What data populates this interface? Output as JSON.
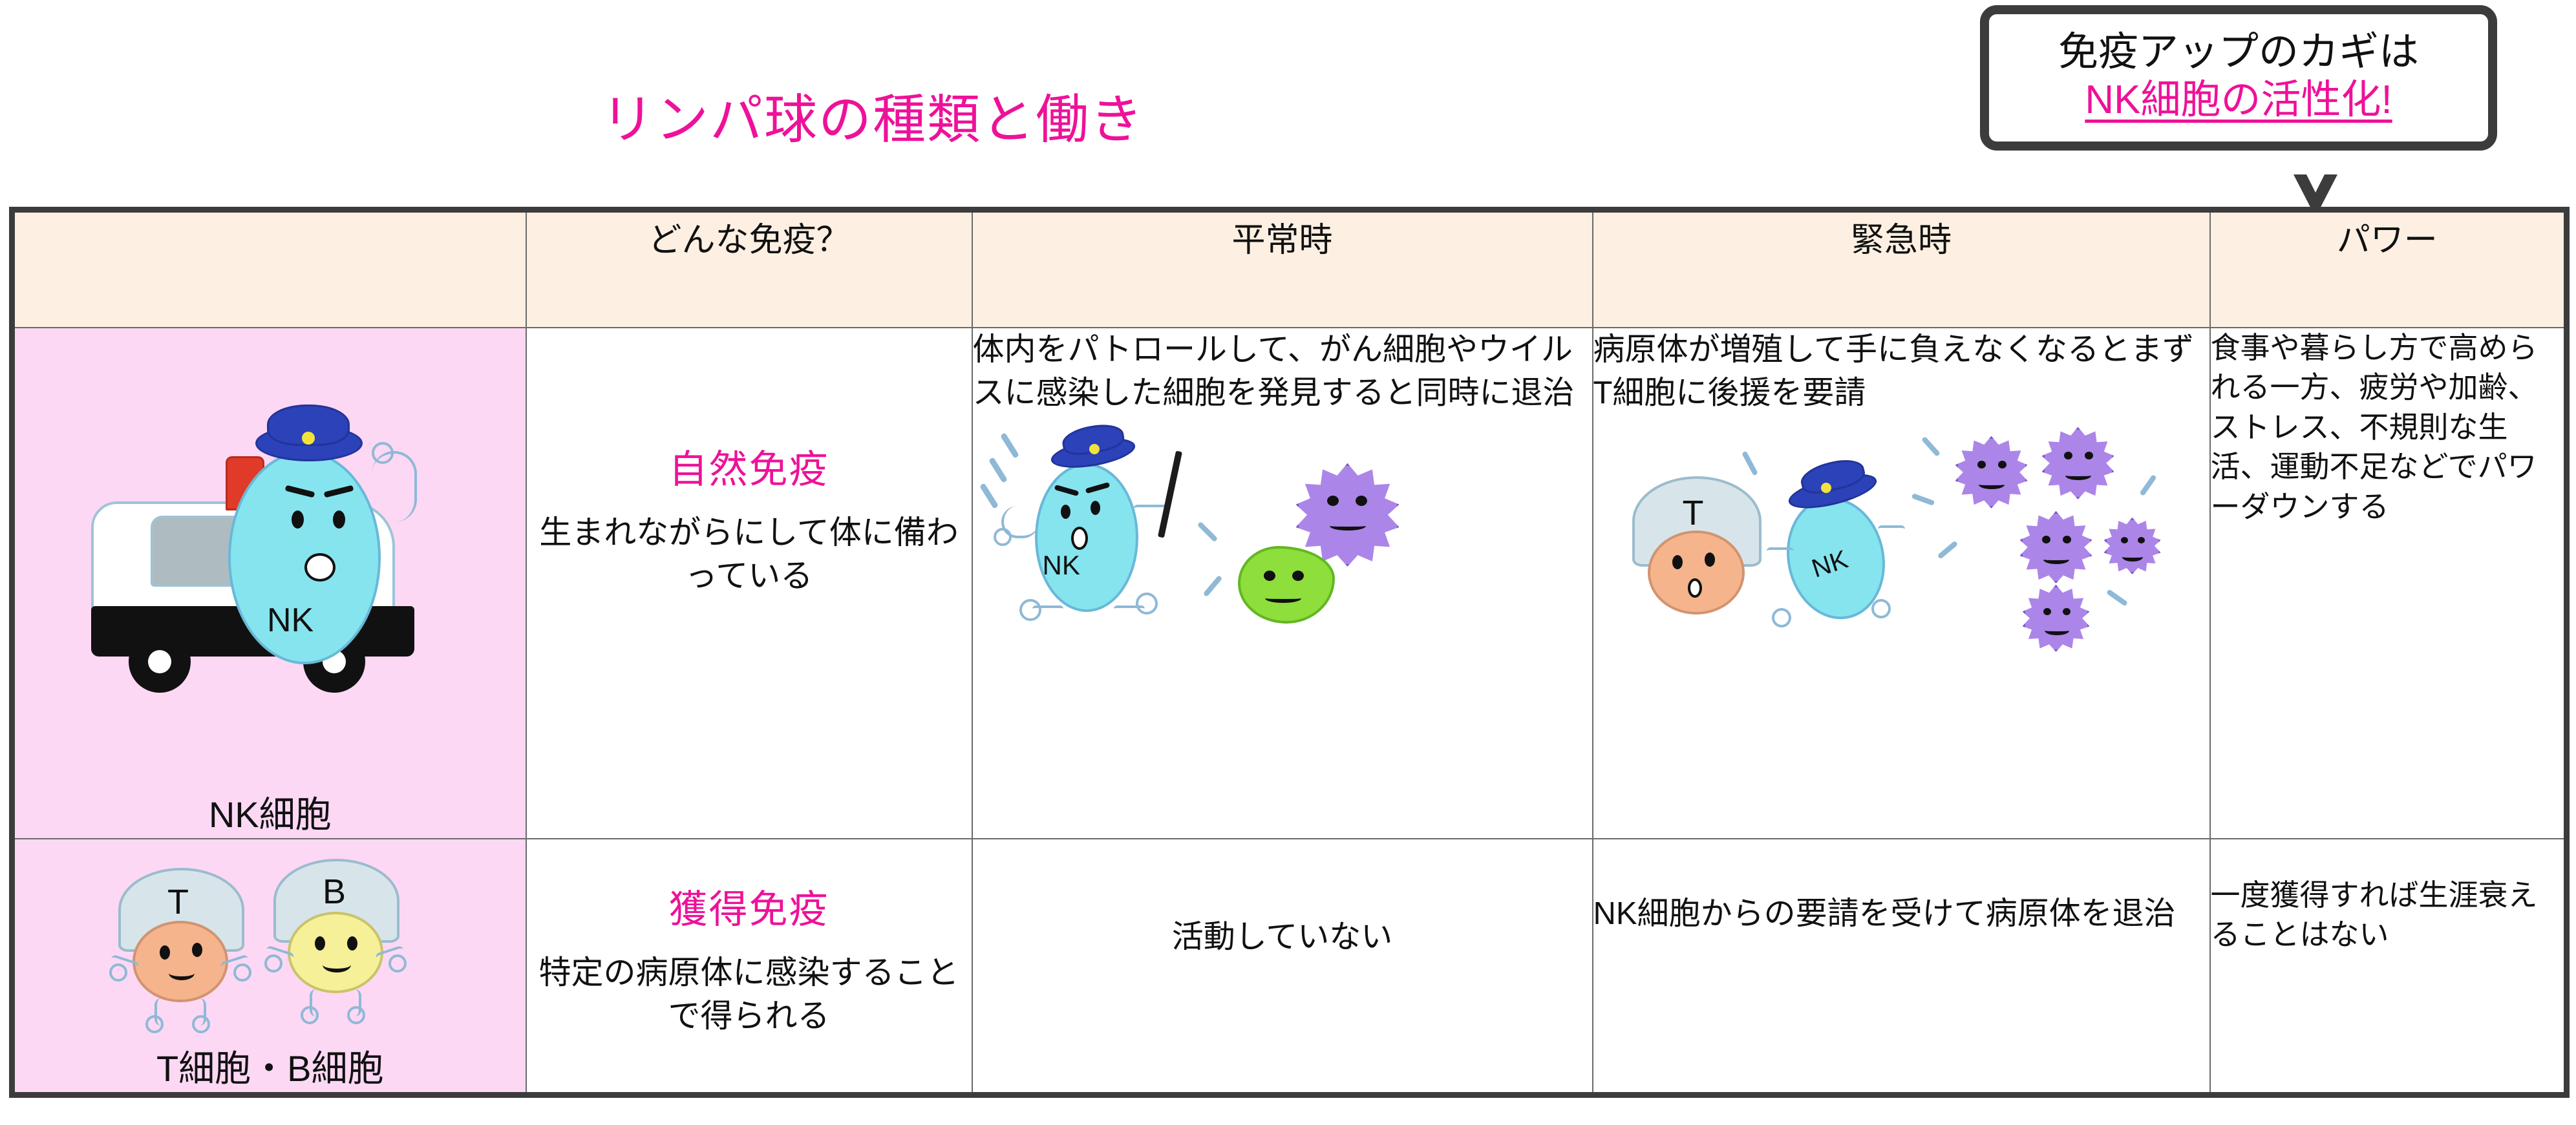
{
  "title": "リンパ球の種類と働き",
  "callout": {
    "line1": "免疫アップのカギは",
    "line2": "NK細胞の活性化!"
  },
  "colors": {
    "accent_pink_text": "#ee1199",
    "header_bg": "#fdf0e2",
    "row_label_bg": "#fcd8f4",
    "border_outer": "#3c3c3c",
    "border_inner": "#6a6a6a"
  },
  "table": {
    "headers": [
      "",
      "どんな免疫？",
      "平常時",
      "緊急時",
      "パワー"
    ],
    "rows": [
      {
        "cell_label": "NK細胞",
        "immunity_name": "自然免疫",
        "immunity_desc": "生まれながらにして体に備わっている",
        "normal": "体内をパトロールして、がん細胞やウイルスに感染した細胞を発見すると同時に退治",
        "emergency": "病原体が増殖して手に負えなくなるとまずT細胞に後援を要請",
        "power": "食事や暮らし方で高められる一方、疲労や加齢、ストレス、不規則な生活、運動不足などでパワーダウンする"
      },
      {
        "cell_label": "T細胞・B細胞",
        "immunity_name": "獲得免疫",
        "immunity_desc": "特定の病原体に感染することで得られる",
        "normal": "活動していない",
        "emergency": "NK細胞からの要請を受けて病原体を退治",
        "power": "一度獲得すれば生涯衰えることはない"
      }
    ]
  },
  "illustrations": {
    "nk_badge": "NK",
    "t_badge": "T",
    "b_badge": "B"
  }
}
